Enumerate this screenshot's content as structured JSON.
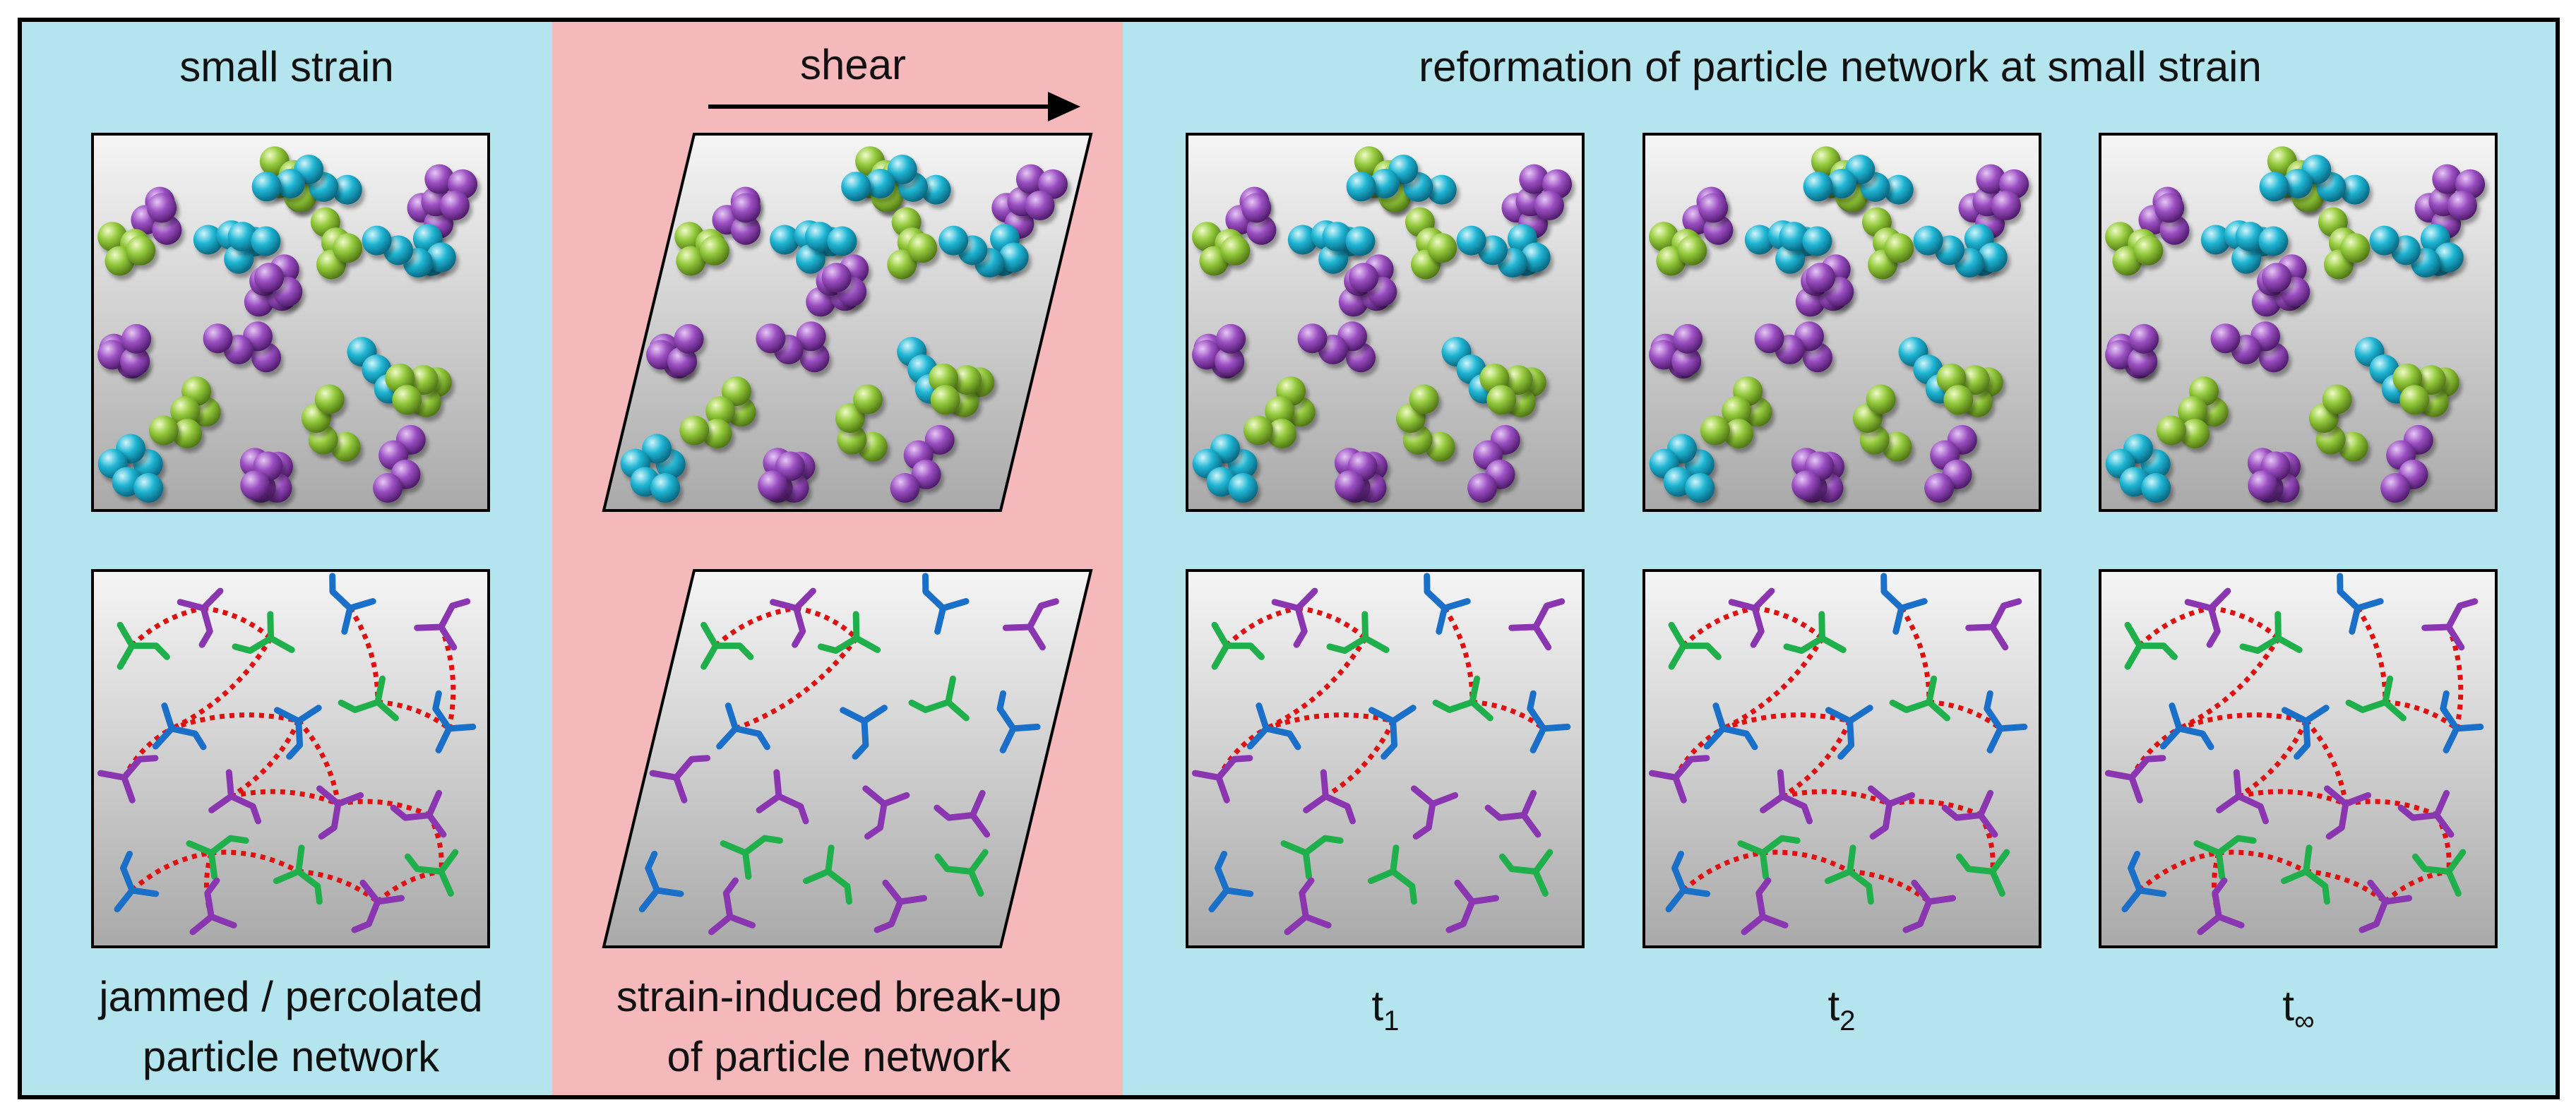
{
  "titles": {
    "left": "small strain",
    "middle": "shear",
    "right": "reformation of particle network at small strain"
  },
  "captions": {
    "left_line1": "jammed / percolated",
    "left_line2": "particle network",
    "middle_line1": "strain-induced break-up",
    "middle_line2": "of particle network",
    "t1_base": "t",
    "t1_sub": "1",
    "t2_base": "t",
    "t2_sub": "2",
    "tinf_base": "t",
    "tinf_sub": "∞"
  },
  "colors": {
    "bg_blue": "#b4e4ee",
    "bg_pink": "#f5b8bb",
    "particle_purple": "#8a3fb0",
    "particle_green": "#8cc236",
    "particle_cyan": "#1ab4d2",
    "network_purple": "#8a36b0",
    "network_green": "#1fb04c",
    "network_blue": "#1a6fc8",
    "bond_red": "#e01010"
  }
}
